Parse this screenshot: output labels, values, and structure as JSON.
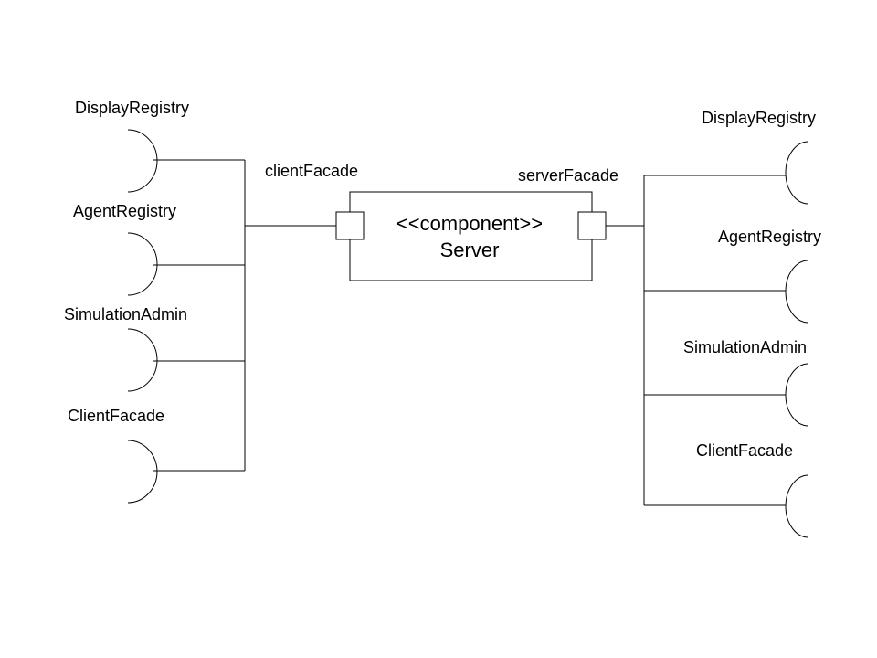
{
  "component": {
    "stereotype": "<<component>>",
    "name": "Server"
  },
  "ports": {
    "client": "clientFacade",
    "server": "serverFacade"
  },
  "client_side_interfaces": [
    "DisplayRegistry",
    "AgentRegistry",
    "SimulationAdmin",
    "ClientFacade"
  ],
  "server_side_interfaces": [
    "DisplayRegistry",
    "AgentRegistry",
    "SimulationAdmin",
    "ClientFacade"
  ]
}
